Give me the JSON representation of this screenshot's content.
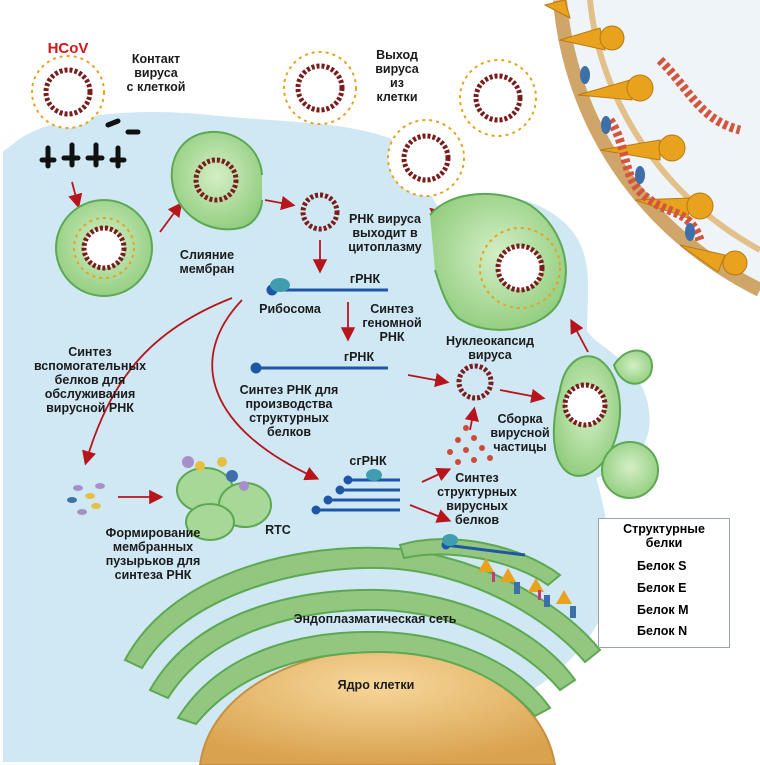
{
  "labels": {
    "hcov": "HCoV",
    "contact": "Контакт\nвируса\nс клеткой",
    "exit": "Выход\nвируса\nиз\nклетки",
    "fusion": "Слияние\nмембран",
    "rna_release": "РНК вируса\nвыходит в\nцитоплазму",
    "grna_top": "гРНК",
    "ribosome": "Рибосома",
    "genomic_synthesis": "Синтез\nгеномной\nРНК",
    "grna_mid": "гРНК",
    "nucleocapsid": "Нуклеокапсид\nвируса",
    "aux_proteins": "Синтез\nвспомогательных\nбелков для\nобслуживания\nвирусной РНК",
    "struct_rna": "Синтез РНК для\nпроизводства\nструктурных\nбелков",
    "assembly": "Сборка\nвирусной\nчастицы",
    "sgrna": "сгРНК",
    "struct_synthesis": "Синтез\nструктурных\nвирусных\nбелков",
    "rtc": "RTC",
    "vesicles": "Формирование\nмембранных\nпузырьков для\nсинтеза РНК",
    "er": "Эндоплазматическая сеть",
    "nucleus": "Ядро клетки"
  },
  "legend": {
    "title": "Структурные\nбелки",
    "items": [
      {
        "name": "Белок S",
        "icon": "spike-protein-icon",
        "color": "#e8a21e"
      },
      {
        "name": "Белок E",
        "icon": "envelope-protein-icon",
        "color": "#c23a7a"
      },
      {
        "name": "Белок M",
        "icon": "membrane-protein-icon",
        "color": "#3d6fa8"
      },
      {
        "name": "Белок N",
        "icon": "nucleocapsid-protein-icon",
        "color": "#cc4a3a"
      }
    ]
  },
  "colors": {
    "cytoplasm": "#cfe8f4",
    "membrane": "#ffffff",
    "vesicle": "#a8d898",
    "vesicle_edge": "#5da852",
    "rna": "#7a1c1c",
    "spike": "#e8a21e",
    "arrow": "#b8141c",
    "nucleus": "#ebbd6e",
    "strand": "#1f56a8"
  }
}
